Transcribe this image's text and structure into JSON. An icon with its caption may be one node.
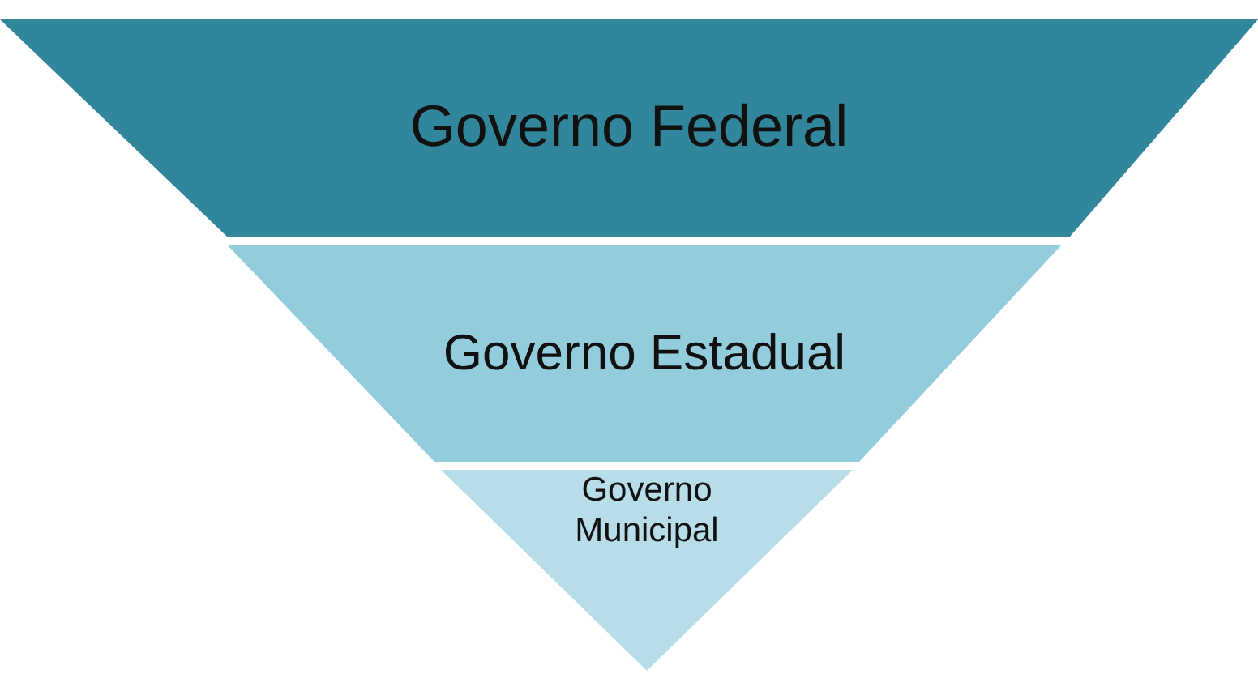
{
  "diagram": {
    "nodes": [
      {
        "text": [
          "Governo Federal"
        ]
      },
      {
        "text": [
          "Governo Estadual"
        ]
      },
      {
        "text": [
          "Governo Municipal"
        ]
      }
    ]
  }
}
